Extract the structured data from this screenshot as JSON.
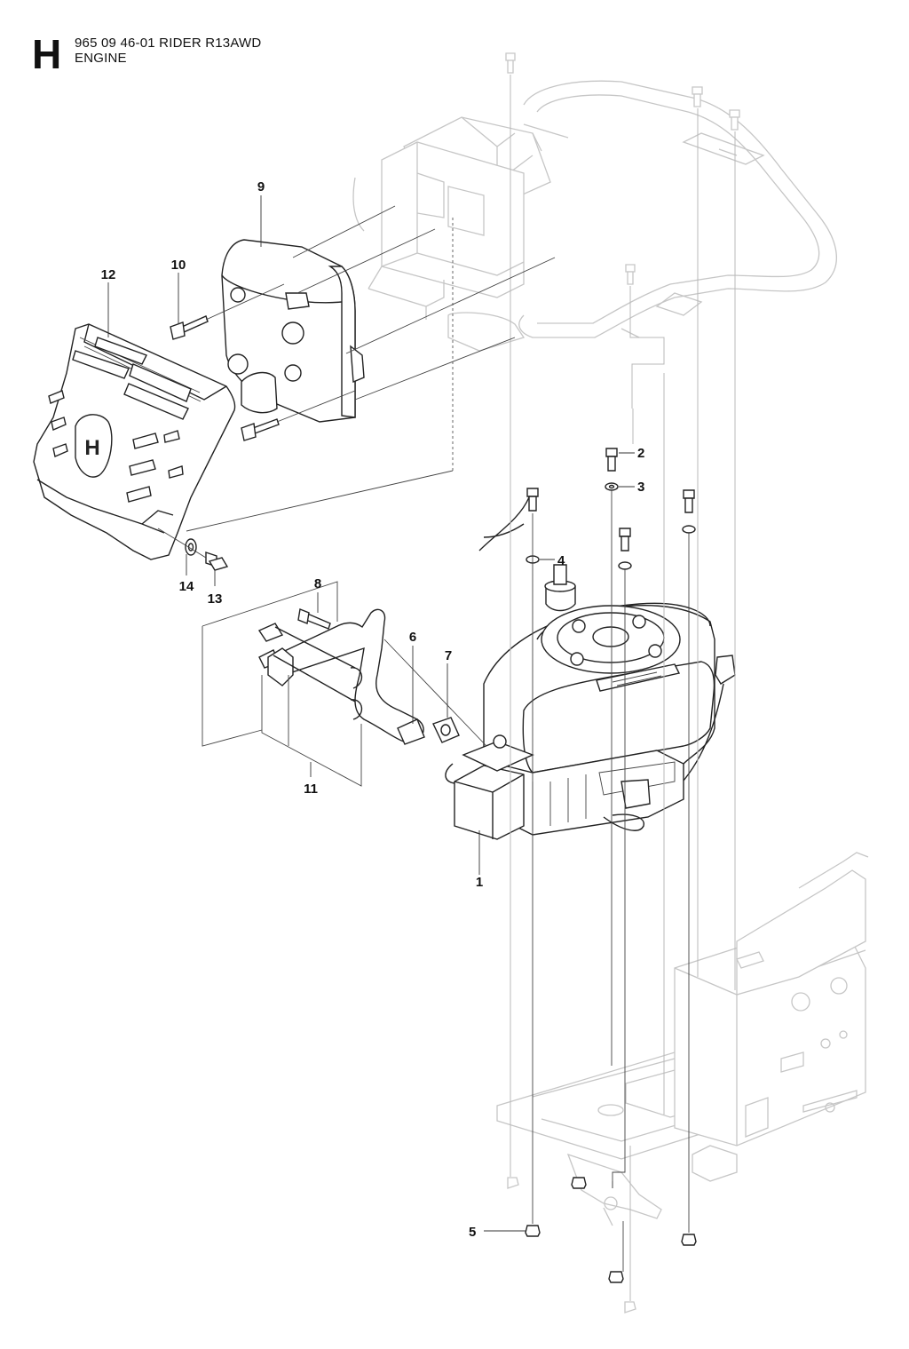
{
  "header": {
    "section_letter": "H",
    "title": "965 09 46-01 RIDER R13AWD",
    "subtitle": "ENGINE"
  },
  "callouts": [
    {
      "id": "1",
      "label": "1"
    },
    {
      "id": "2",
      "label": "2"
    },
    {
      "id": "3",
      "label": "3"
    },
    {
      "id": "4",
      "label": "4"
    },
    {
      "id": "5",
      "label": "5"
    },
    {
      "id": "6",
      "label": "6"
    },
    {
      "id": "7",
      "label": "7"
    },
    {
      "id": "8",
      "label": "8"
    },
    {
      "id": "9",
      "label": "9"
    },
    {
      "id": "10",
      "label": "10"
    },
    {
      "id": "11",
      "label": "11"
    },
    {
      "id": "12",
      "label": "12"
    },
    {
      "id": "13",
      "label": "13"
    },
    {
      "id": "14",
      "label": "14"
    }
  ],
  "brand_logo": "H"
}
